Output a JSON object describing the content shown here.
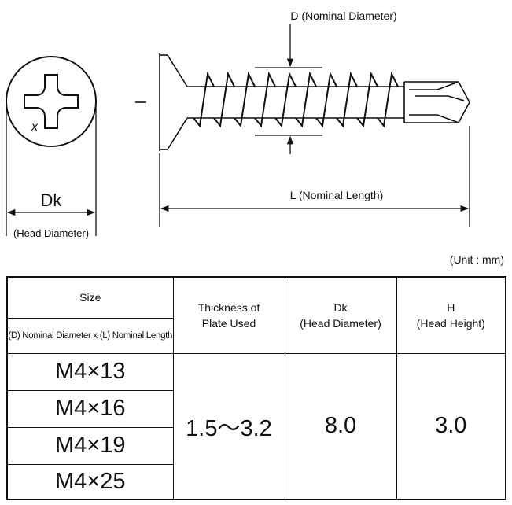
{
  "diagram": {
    "label_d": "D (Nominal Diameter)",
    "label_l": "L (Nominal Length)",
    "label_dk": "Dk",
    "label_head_diameter": "(Head Diameter)",
    "drive_mark": "x"
  },
  "unit_note": "(Unit : mm)",
  "table": {
    "size_header": "Size",
    "size_subheader": "(D) Nominal Diameter x (L) Nominal Length",
    "thickness_header": [
      "Thickness of",
      "Plate Used"
    ],
    "dk_header": [
      "Dk",
      "(Head Diameter)"
    ],
    "h_header": [
      "H",
      "(Head Height)"
    ],
    "sizes": [
      "M4×13",
      "M4×16",
      "M4×19",
      "M4×25"
    ],
    "thickness_value": "1.5～3.2",
    "dk_value": "8.0",
    "h_value": "3.0"
  }
}
